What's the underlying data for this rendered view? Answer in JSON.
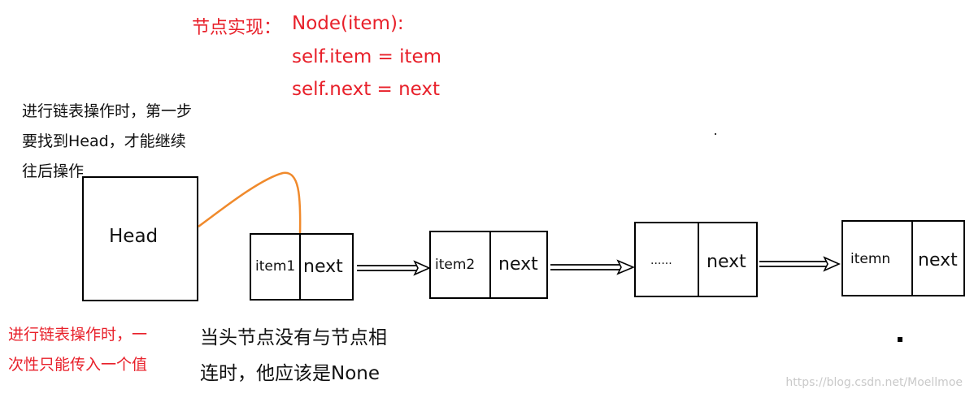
{
  "header": {
    "label": "节点实现：",
    "code_lines": [
      "Node(item):",
      "self.item = item",
      "self.next = next"
    ]
  },
  "notes": {
    "top_left": [
      "进行链表操作时，第一步",
      "要找到Head，才能继续",
      "往后操作"
    ],
    "bottom_left": [
      "进行链表操作时，一",
      "次性只能传入一个值"
    ],
    "bottom_middle": [
      "当头节点没有与节点相",
      "连时，他应该是None"
    ]
  },
  "head": {
    "label": "Head"
  },
  "nodes": [
    {
      "item": "item1",
      "next": "next"
    },
    {
      "item": "item2",
      "next": "next"
    },
    {
      "item": "......",
      "next": "next"
    },
    {
      "item": "itemn",
      "next": "next"
    }
  ],
  "watermark": "https://blog.csdn.net/Moellmoe",
  "colors": {
    "accent_red": "#e8202a",
    "connector_orange": "#f08a2c",
    "stroke": "#000000"
  }
}
